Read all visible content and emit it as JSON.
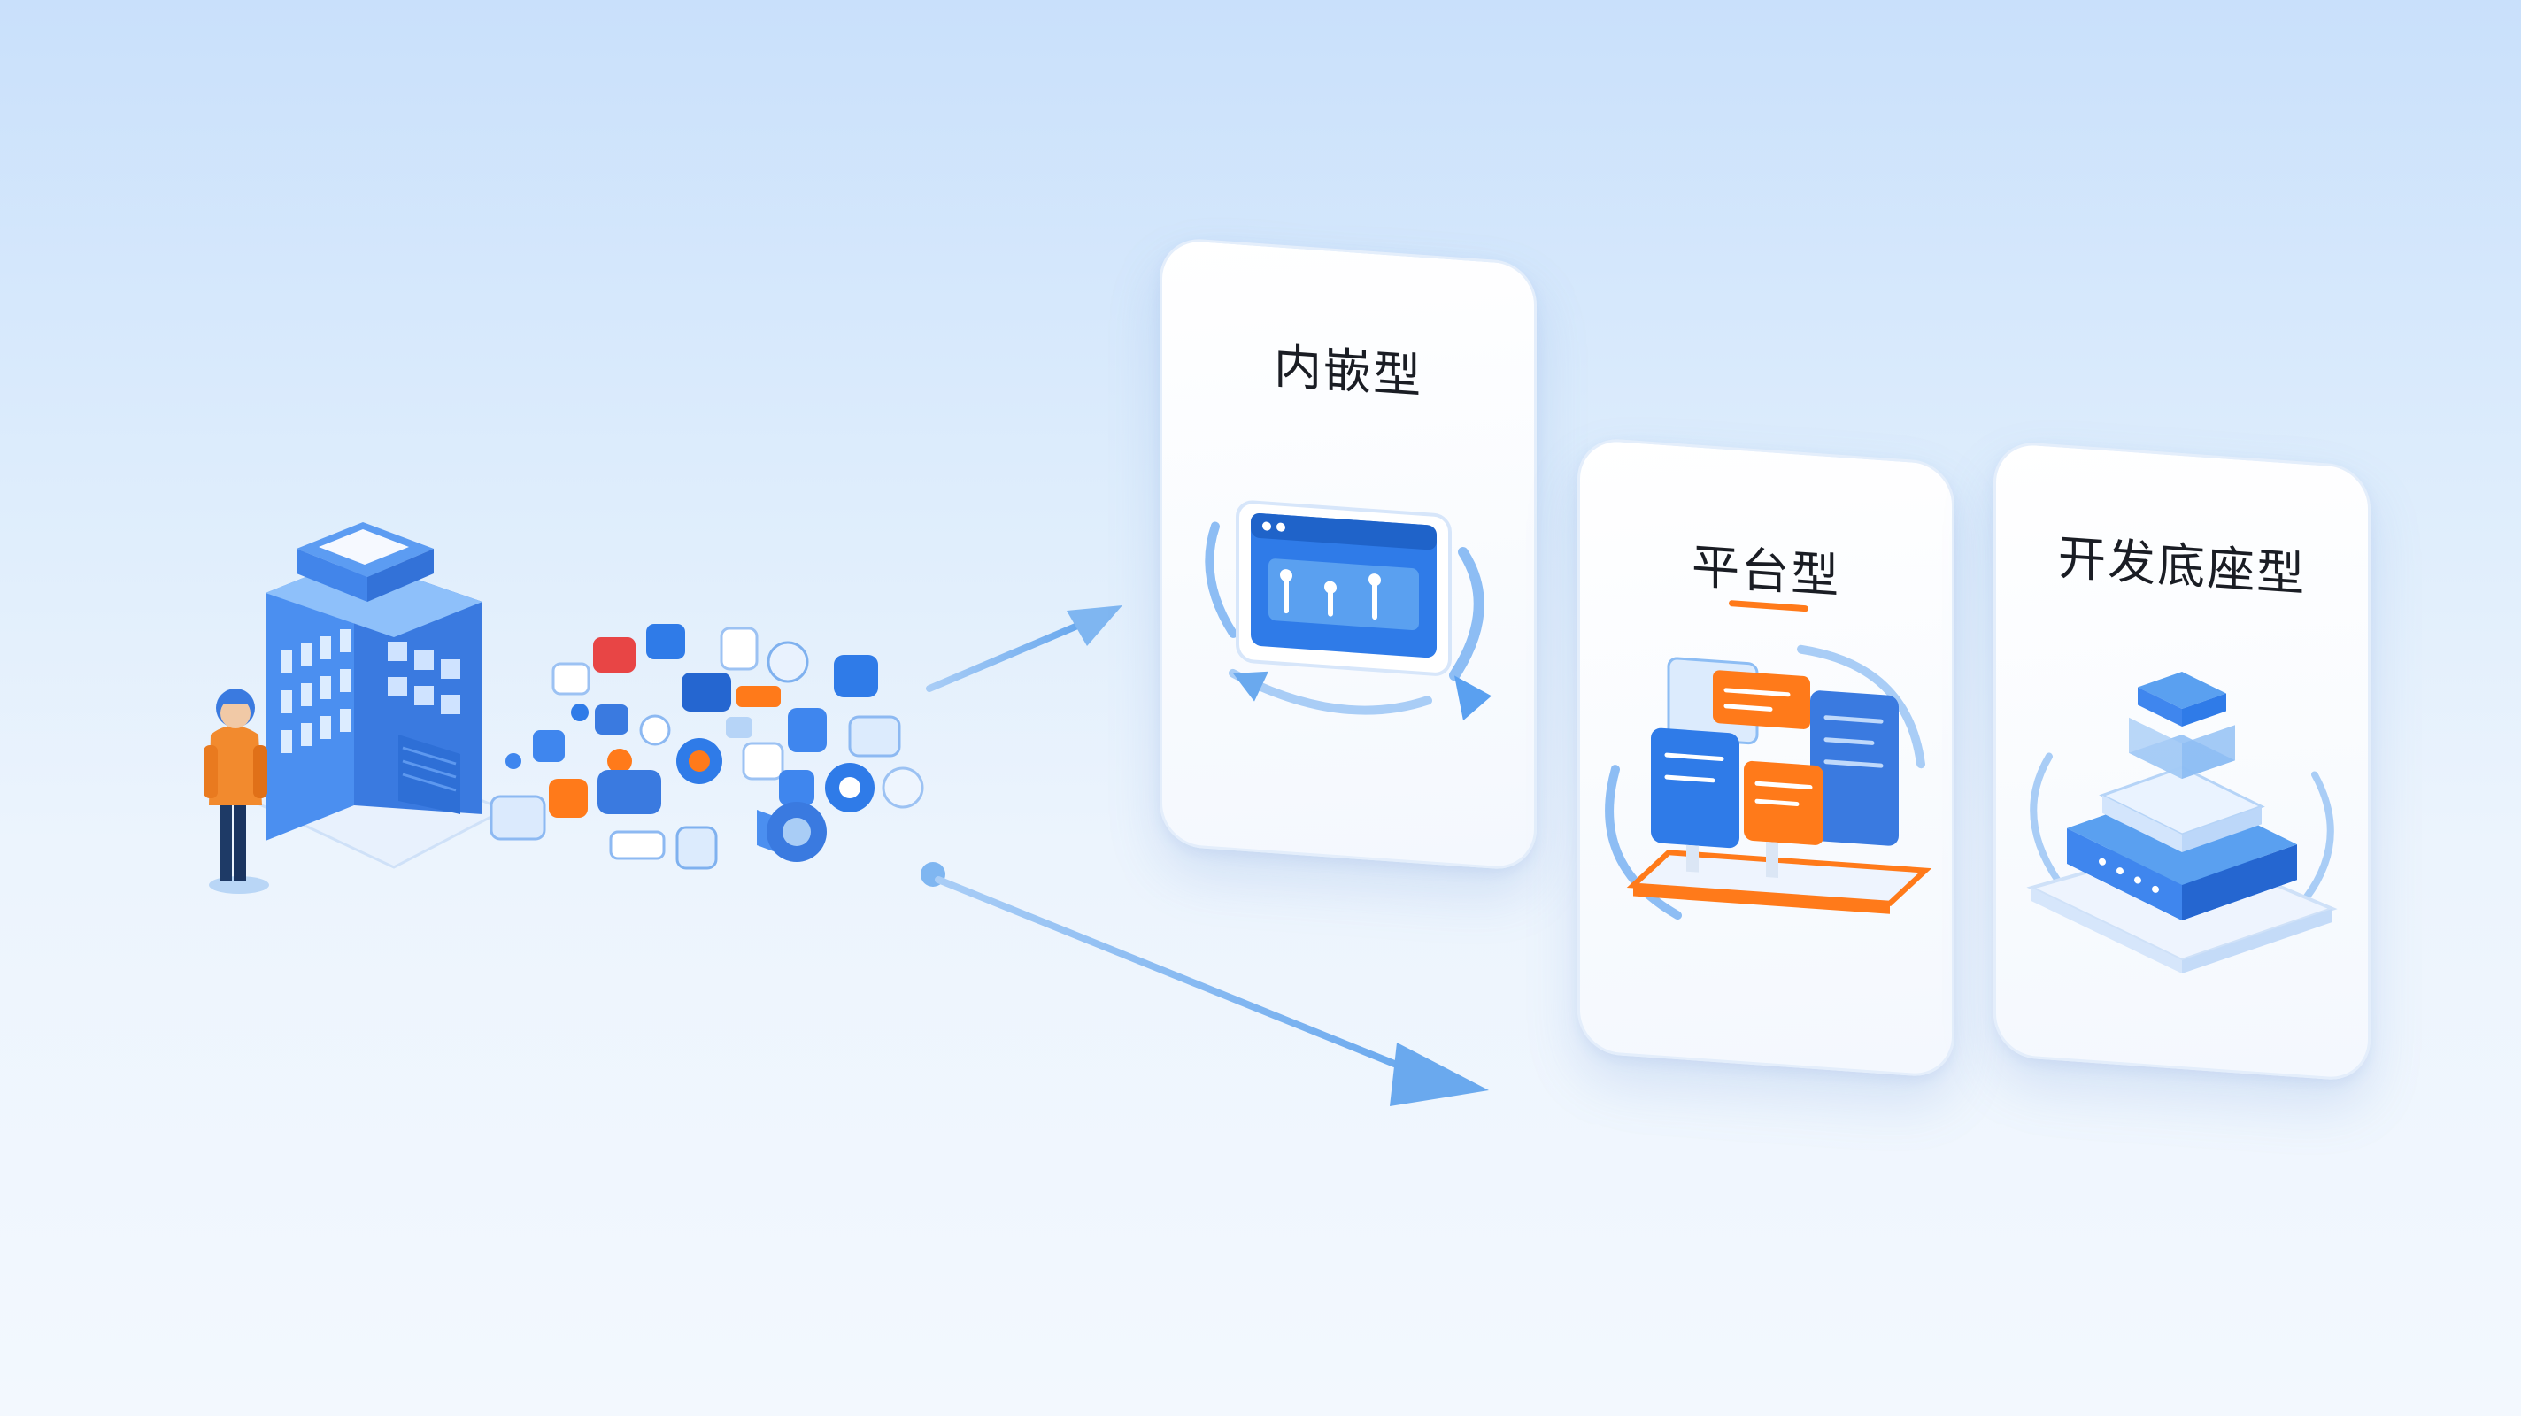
{
  "cards": {
    "embedded": {
      "title": "内嵌型"
    },
    "platform": {
      "title": "平台型"
    },
    "foundation": {
      "title": "开发底座型"
    }
  },
  "colors": {
    "primary_blue": "#2f7be8",
    "light_blue": "#8dbdf4",
    "accent_orange": "#ff7a1a",
    "text": "#1a1d24"
  }
}
